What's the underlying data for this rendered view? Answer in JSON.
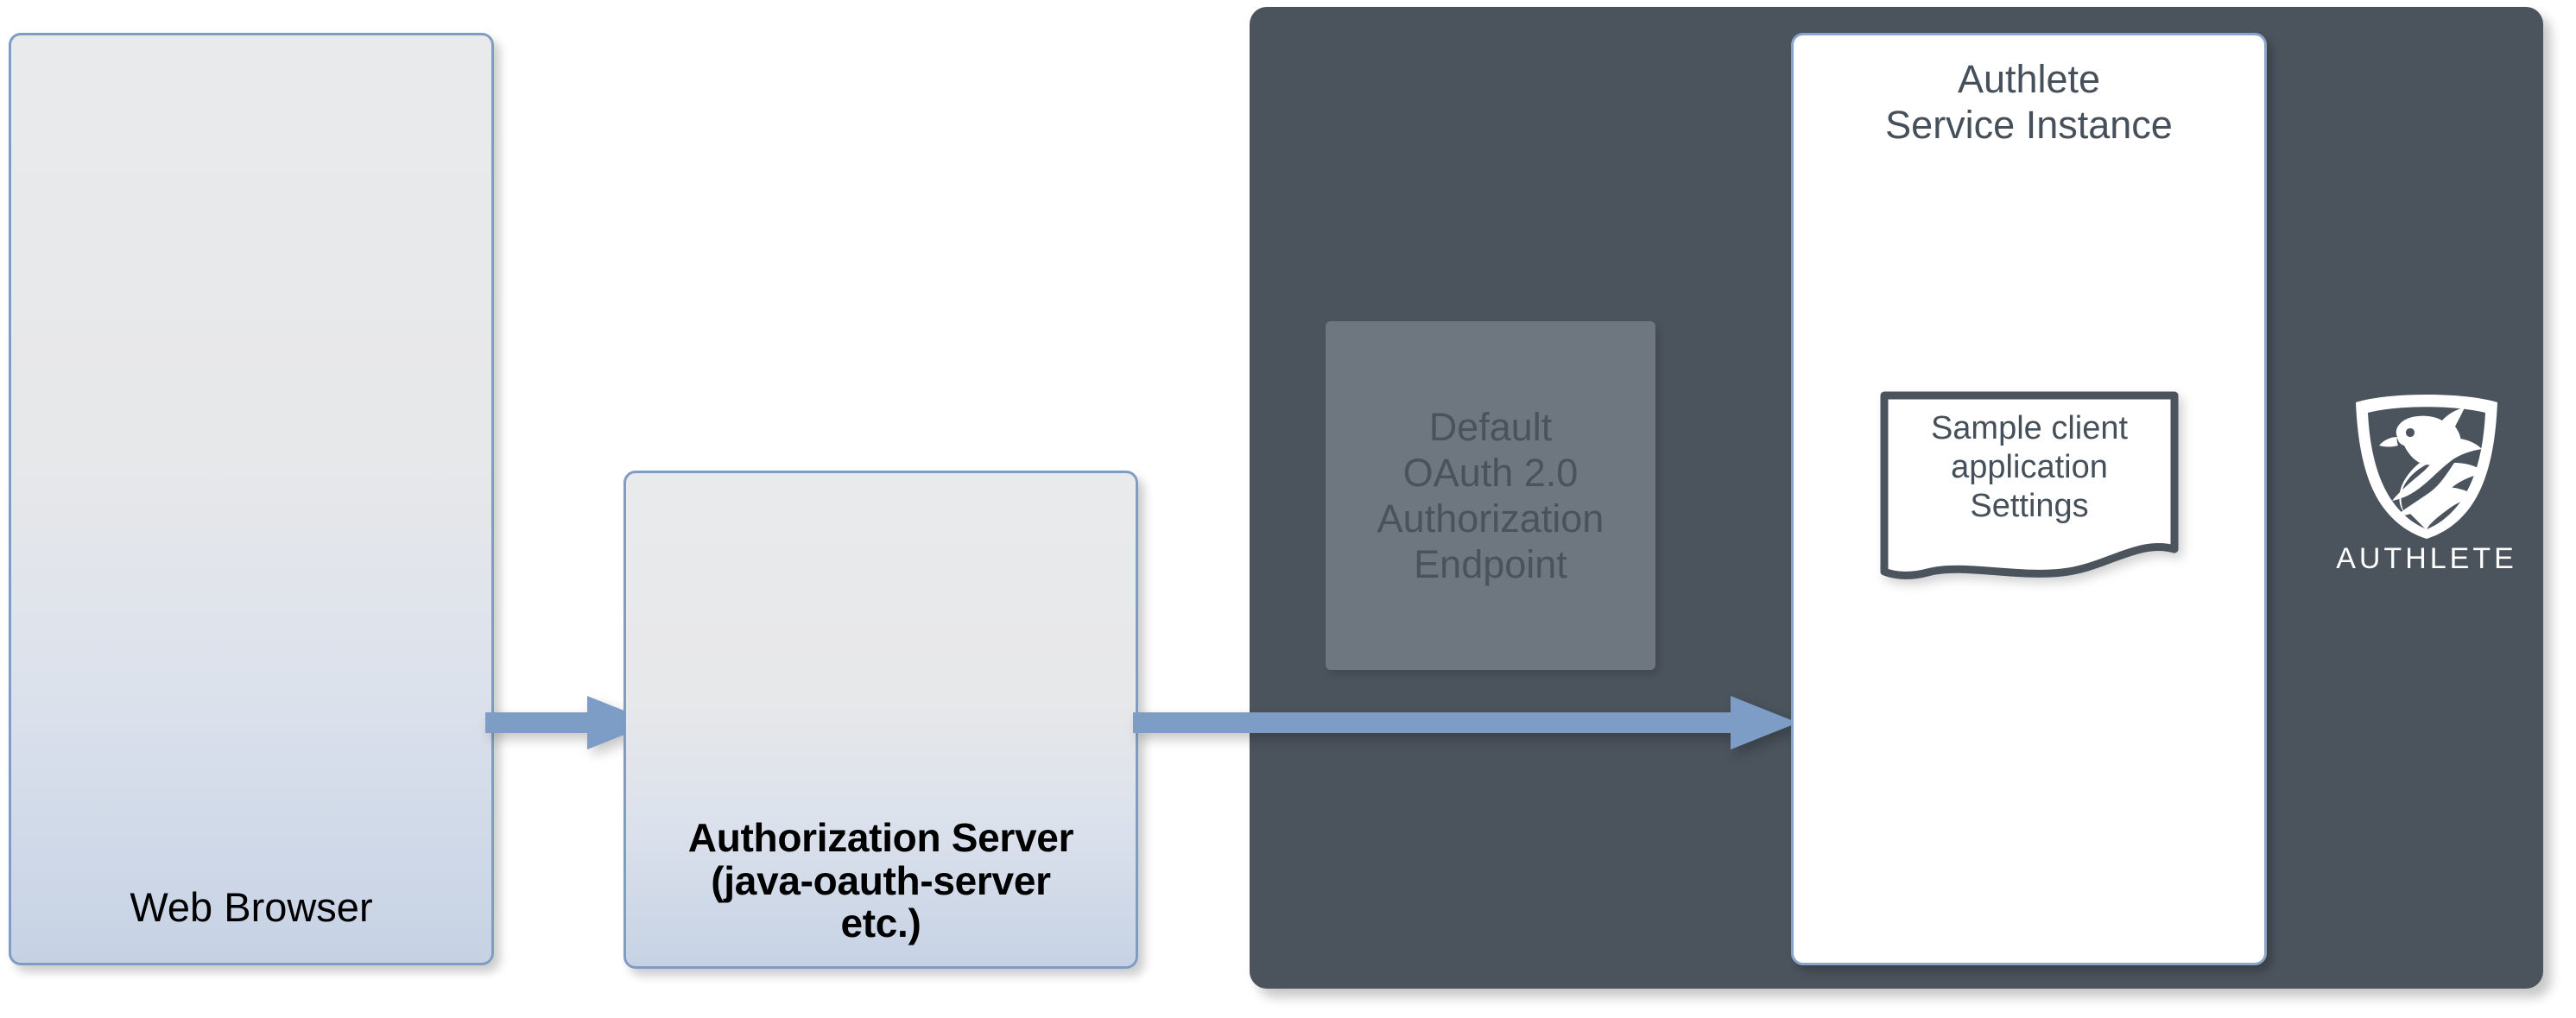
{
  "diagram": {
    "title": "Authlete default OAuth 2.0 authorization endpoint flow",
    "colors": {
      "panel_dark": "#4b535d",
      "endpoint_gray": "#6e767f",
      "arrow_blue": "#7d9dc7",
      "box_border_blue": "#7f9dc4",
      "text_dark": "#46505b",
      "white": "#ffffff"
    }
  },
  "web_browser": {
    "label": "Web Browser"
  },
  "authorization_server": {
    "line1": "Authorization Server",
    "line2": "(java-oauth-server",
    "line3": "etc.)"
  },
  "arrows": {
    "browser_to_server": "arrow-right",
    "server_to_authlete": "arrow-right"
  },
  "authlete_panel": {
    "default_endpoint": {
      "line1": "Default",
      "line2": "OAuth 2.0",
      "line3": "Authorization",
      "line4": "Endpoint"
    },
    "service_instance": {
      "title_line1": "Authlete",
      "title_line2": "Service Instance",
      "client_settings": {
        "line1": "Sample client",
        "line2": "application",
        "line3": "Settings"
      }
    },
    "logo": {
      "wordmark": "AUTHLETE",
      "icon": "authlete-shield-griffin-icon"
    }
  }
}
